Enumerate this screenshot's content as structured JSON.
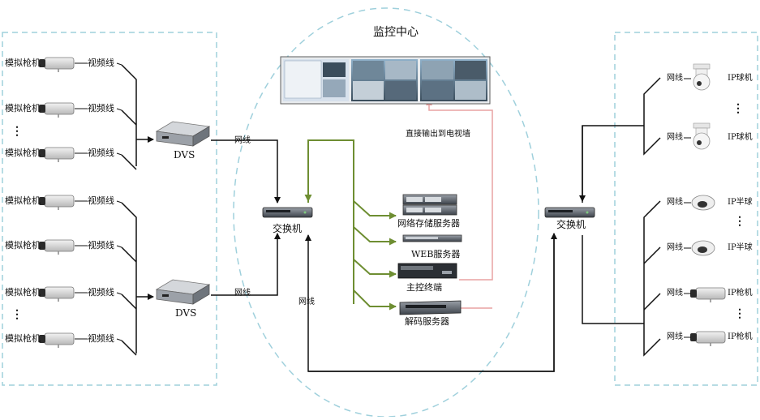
{
  "title": "监控中心",
  "left_camera_label": "模拟枪机",
  "video_line_label": "视频线",
  "net_line_label": "网线",
  "dvs_label": "DVS",
  "switch_label": "交换机",
  "servers": {
    "storage": "网络存储服务器",
    "web": "WEB服务器",
    "console": "主控终端",
    "decoder": "解码服务器"
  },
  "tv_wall_note": "直接输出到电视墙",
  "right_devices": {
    "dome": "IP球机",
    "half_dome": "IP半球",
    "bullet": "IP枪机"
  },
  "ellipsis": "⋮",
  "colors": {
    "dashed_border": "#9fd0dc",
    "black_line": "#111111",
    "green_line": "#6e8e32",
    "pink_line": "#e8a2a2"
  }
}
